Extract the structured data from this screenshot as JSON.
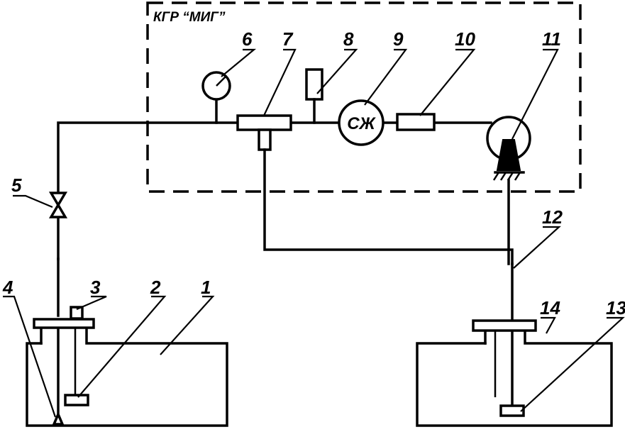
{
  "diagram": {
    "block_title": "КГР “МИГ”",
    "instrument_symbol": "СЖ",
    "callouts": [
      "1",
      "2",
      "3",
      "4",
      "5",
      "6",
      "7",
      "8",
      "9",
      "10",
      "11",
      "12",
      "13",
      "14"
    ]
  }
}
